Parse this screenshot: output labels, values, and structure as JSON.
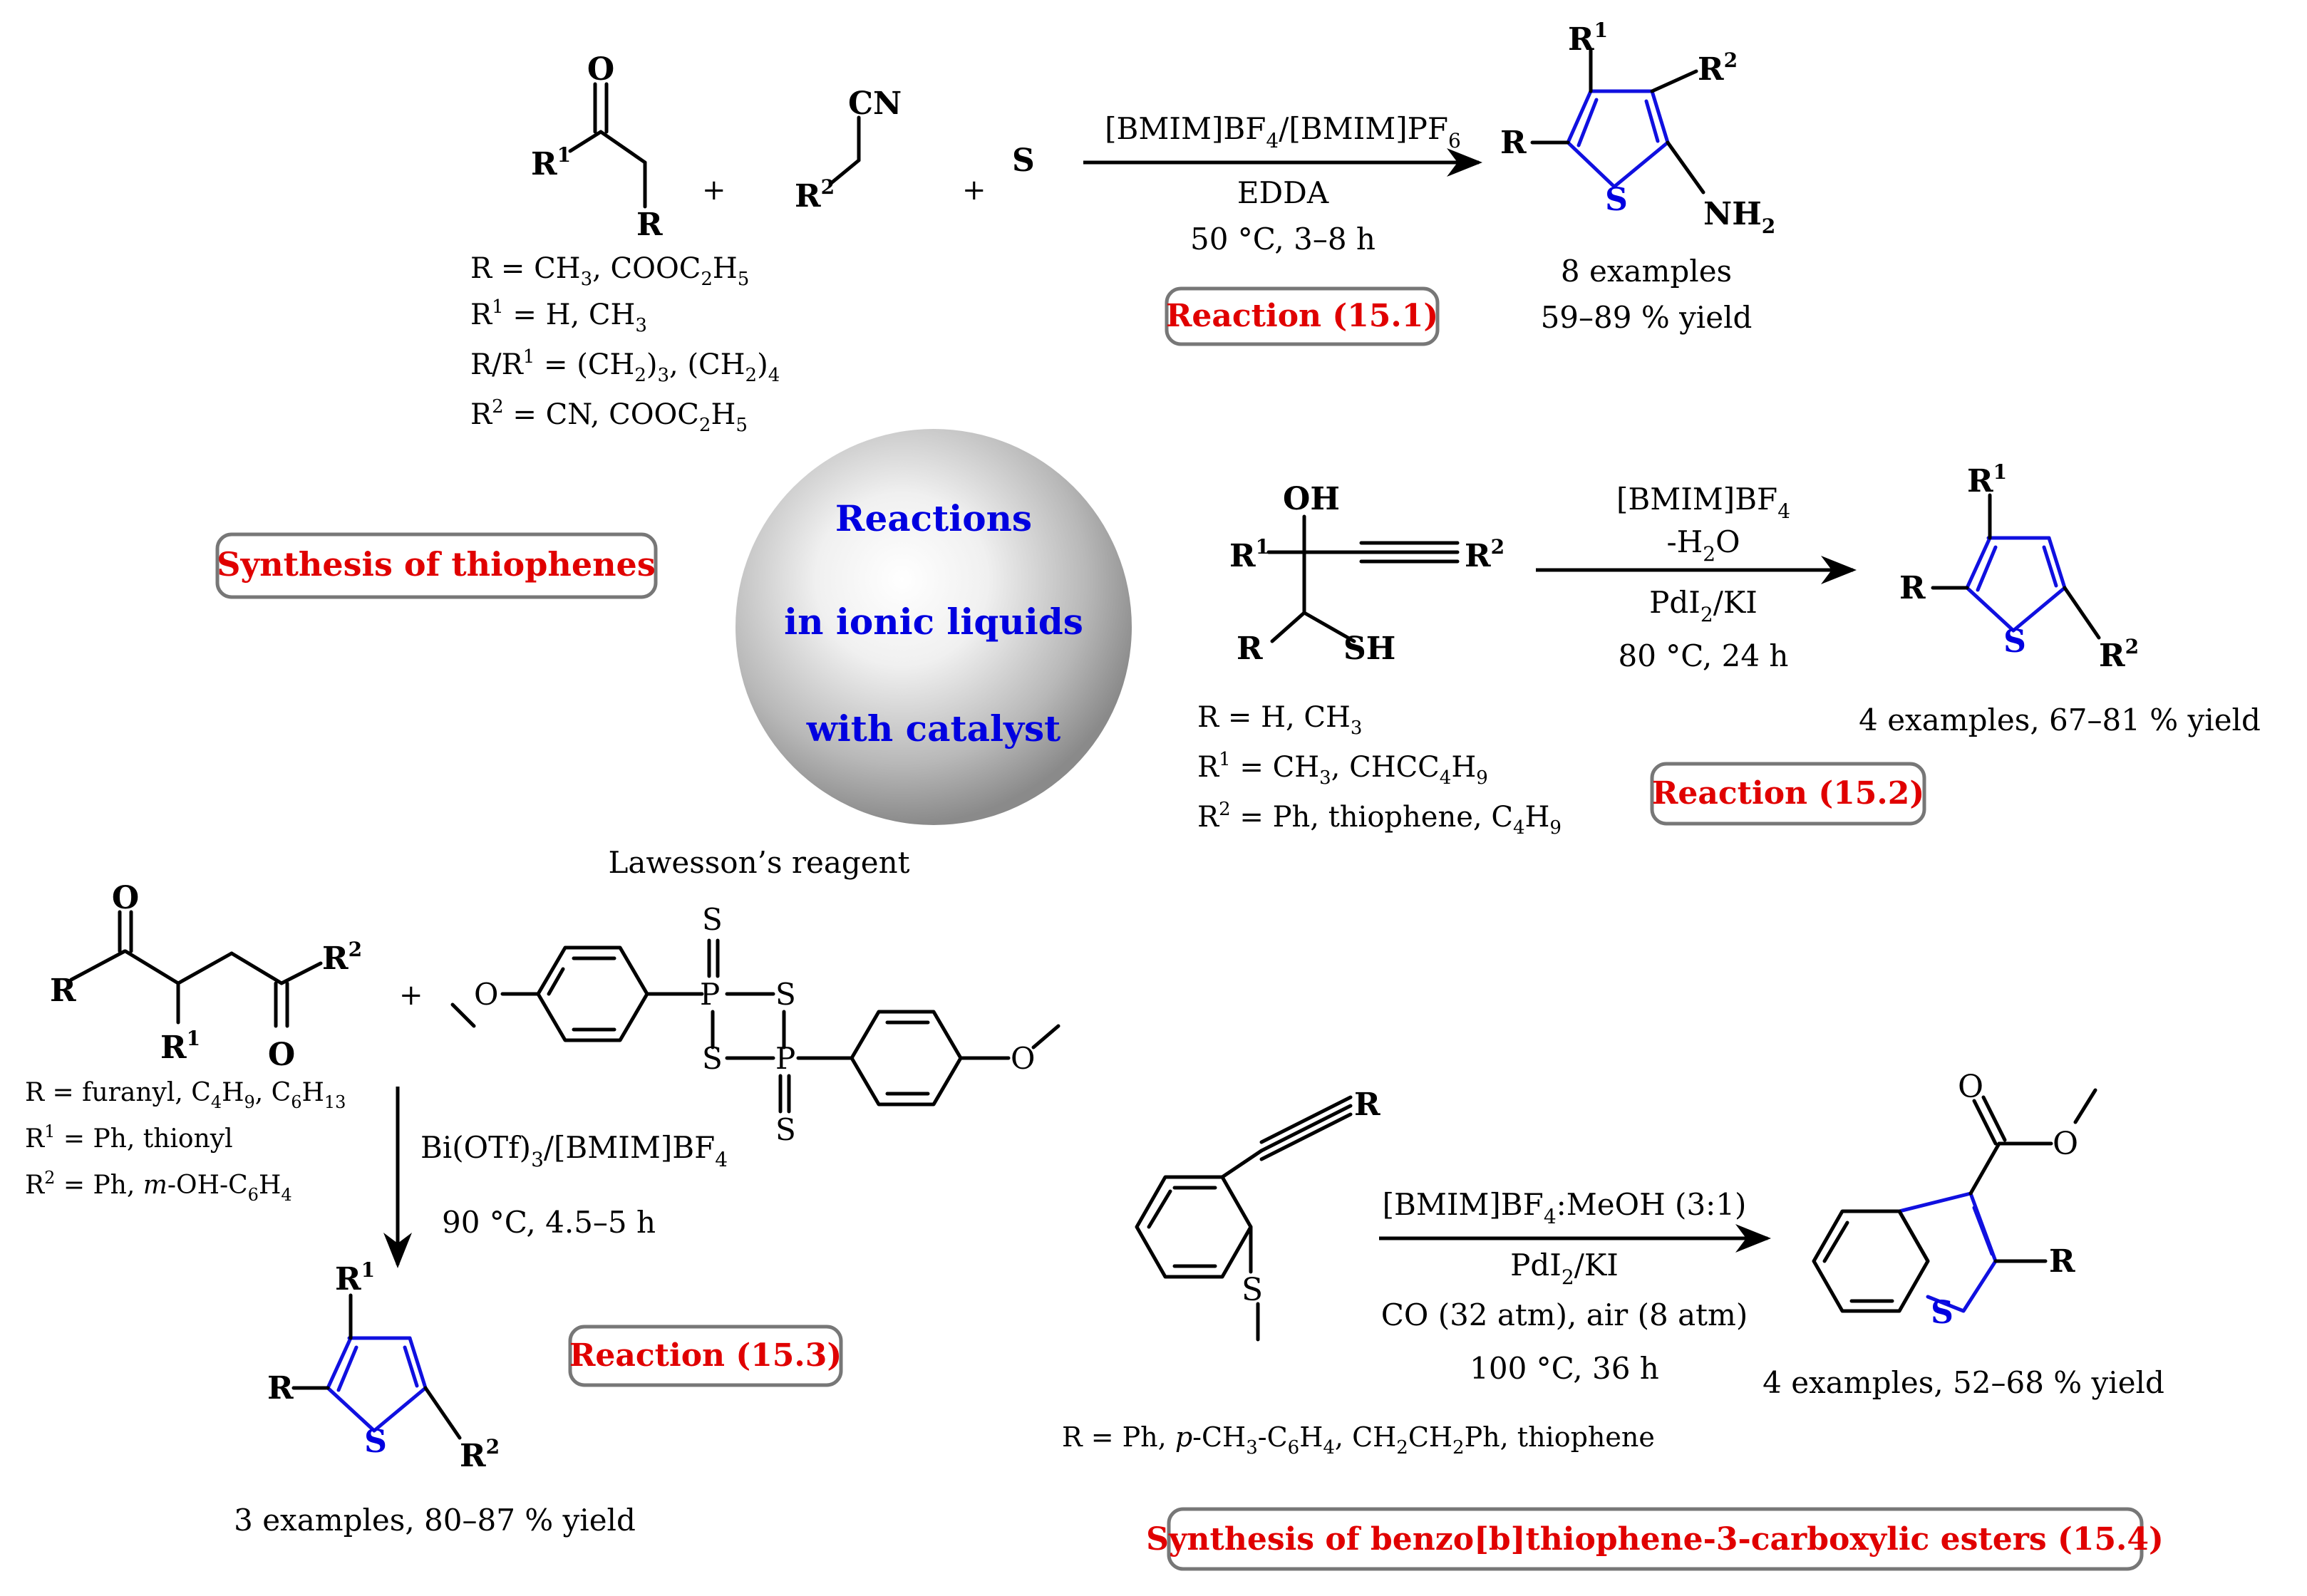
{
  "center": {
    "line1": "Reactions",
    "line2": "in ionic liquids",
    "line3": "with catalyst",
    "color": "#0000e0"
  },
  "labels": {
    "synthesis_thiophenes": "Synthesis of thiophenes",
    "synthesis_benzo": "Synthesis of benzo[b]thiophene-3-carboxylic esters (15.4)",
    "lawesson": "Lawesson’s reagent",
    "accent_color": "#e00000"
  },
  "reaction1": {
    "label": "Reaction (15.1)",
    "conditions": [
      "[BMIM]BF4/[BMIM]PF6",
      "EDDA",
      "50 °C, 3–8 h"
    ],
    "substituents": [
      "R = CH3, COOC2H5",
      "R1 = H, CH3",
      "R/R1 = (CH2)3, (CH2)4",
      "R2 = CN, COOC2H5"
    ],
    "result": [
      "8 examples",
      "59–89 % yield"
    ]
  },
  "reaction2": {
    "label": "Reaction (15.2)",
    "conditions": [
      "[BMIM]BF4",
      "-H2O",
      "PdI2/KI",
      "80 °C, 24 h"
    ],
    "substituents": [
      "R = H, CH3",
      "R1 = CH3, CHCC4H9",
      "R2 = Ph, thiophene, C4H9"
    ],
    "result": "4 examples, 67–81 % yield"
  },
  "reaction3": {
    "label": "Reaction (15.3)",
    "conditions": [
      "Bi(OTf)3/[BMIM]BF4",
      "90 °C, 4.5–5 h"
    ],
    "substituents": [
      "R = furanyl, C4H9, C6H13",
      "R1 = Ph, thionyl",
      "R2 = Ph, m-OH-C6H4"
    ],
    "result": "3 examples, 80–87 % yield"
  },
  "reaction4": {
    "conditions": [
      "[BMIM]BF4:MeOH (3:1)",
      "PdI2/KI",
      "CO (32 atm), air (8 atm)",
      "100 °C, 36 h"
    ],
    "substituents": "R = Ph,  p-CH3-C6H4, CH2CH2Ph, thiophene",
    "result": "4 examples, 52–68 % yield"
  }
}
